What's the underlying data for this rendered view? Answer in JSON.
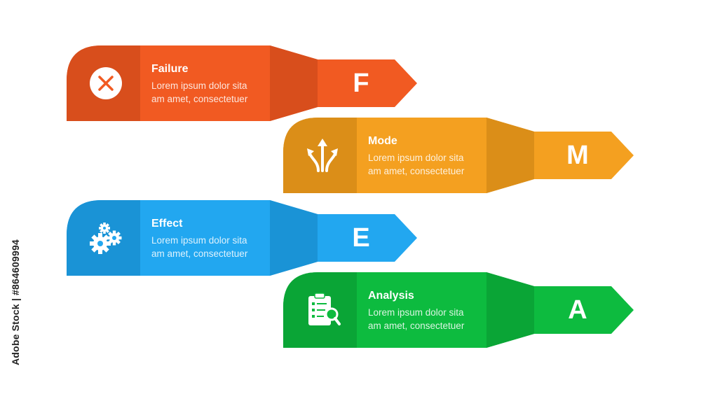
{
  "watermark_id": "Adobe Stock | #864609994",
  "rows": [
    {
      "title": "Failure",
      "desc_line1": "Lorem ipsum dolor sita",
      "desc_line2": "am amet, consectetuer",
      "letter": "F",
      "color": "#F15A22",
      "shade": "#D84E1C",
      "icon": "close-circle-icon"
    },
    {
      "title": "Mode",
      "desc_line1": "Lorem ipsum dolor sita",
      "desc_line2": "am amet, consectetuer",
      "letter": "M",
      "color": "#F4A020",
      "shade": "#DB8E18",
      "icon": "split-arrows-icon"
    },
    {
      "title": "Effect",
      "desc_line1": "Lorem ipsum dolor sita",
      "desc_line2": "am amet, consectetuer",
      "letter": "E",
      "color": "#22A7F0",
      "shade": "#1A93D6",
      "icon": "gears-icon"
    },
    {
      "title": "Analysis",
      "desc_line1": "Lorem ipsum dolor sita",
      "desc_line2": "am amet, consectetuer",
      "letter": "A",
      "color": "#0DBB3F",
      "shade": "#0AA536",
      "icon": "clipboard-search-icon"
    }
  ]
}
